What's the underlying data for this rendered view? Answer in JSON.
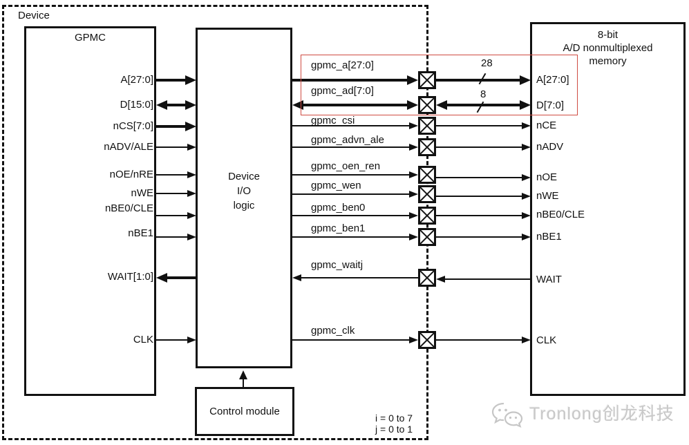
{
  "device": {
    "label": "Device"
  },
  "gpmc": {
    "title": "GPMC",
    "signals": {
      "a": "A[27:0]",
      "d": "D[15:0]",
      "ncs": "nCS[7:0]",
      "nadv": "nADV/ALE",
      "noe": "nOE/nRE",
      "nwe": "nWE",
      "nbe0": "nBE0/CLE",
      "nbe1": "nBE1",
      "wait": "WAIT[1:0]",
      "clk": "CLK"
    }
  },
  "io_logic": {
    "line1": "Device",
    "line2": "I/O",
    "line3": "logic"
  },
  "control_module": {
    "label": "Control module"
  },
  "mid_signals": {
    "a": "gpmc_a[27:0]",
    "ad": "gpmc_ad[7:0]",
    "csi": "gpmc_csi",
    "advn": "gpmc_advn_ale",
    "oen": "gpmc_oen_ren",
    "wen": "gpmc_wen",
    "ben0": "gpmc_ben0",
    "ben1": "gpmc_ben1",
    "waitj": "gpmc_waitj",
    "clk": "gpmc_clk"
  },
  "bus_widths": {
    "a": "28",
    "ad": "8"
  },
  "memory": {
    "title1": "8-bit",
    "title2": "A/D nonmultiplexed",
    "title3": "memory",
    "signals": {
      "a": "A[27:0]",
      "d": "D[7:0]",
      "nce": "nCE",
      "nadv": "nADV",
      "noe": "nOE",
      "nwe": "nWE",
      "nbe0": "nBE0/CLE",
      "nbe1": "nBE1",
      "wait": "WAIT",
      "clk": "CLK"
    }
  },
  "notes": {
    "i": "i = 0 to 7",
    "j": "j = 0 to 1"
  },
  "watermark": {
    "text": "Tronlong创龙科技",
    "logo": "wechat-speech-bubbles-icon"
  },
  "colors": {
    "ink": "#111111",
    "highlight_box": "#cf4a41",
    "watermark": "#c8c8c8",
    "background": "#ffffff"
  }
}
